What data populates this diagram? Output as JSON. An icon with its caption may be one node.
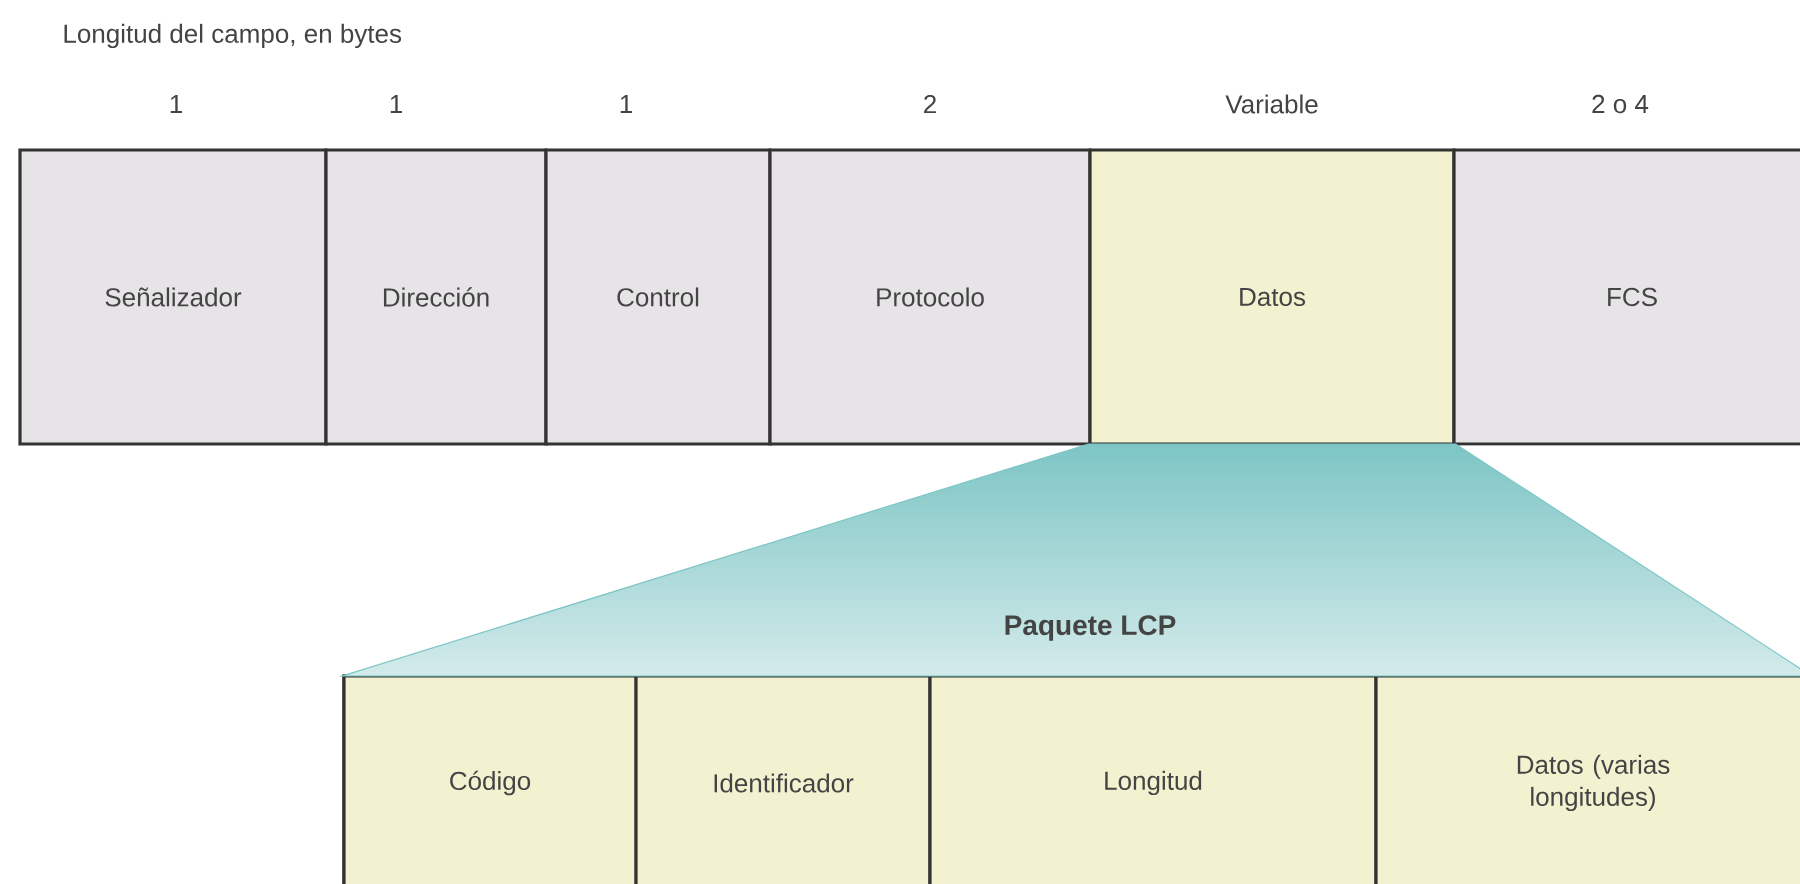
{
  "diagram": {
    "nodes": [
      {
        "text": [
          "Señalizador"
        ]
      },
      {
        "text": [
          "Dirección"
        ]
      },
      {
        "text": [
          "Control"
        ]
      },
      {
        "text": [
          "Protocolo"
        ]
      },
      {
        "text": [
          "Datos"
        ]
      },
      {
        "text": [
          "FCS"
        ]
      },
      {
        "text": [
          "Paquete LCP"
        ]
      },
      {
        "text": [
          "Código"
        ],
        "in": 6
      },
      {
        "text": [
          "Identificador"
        ],
        "in": 6
      },
      {
        "text": [
          "Longitud"
        ],
        "in": 6
      },
      {
        "text": [
          "Datos (varias longitudes)"
        ],
        "in": 6
      }
    ],
    "edges": [
      {
        "from": 4,
        "to": 6,
        "arrow": "none"
      }
    ],
    "labels": [
      "Longitud del campo, en bytes",
      "1",
      "1",
      "1",
      "2",
      "Variable",
      "2 o 4"
    ]
  }
}
